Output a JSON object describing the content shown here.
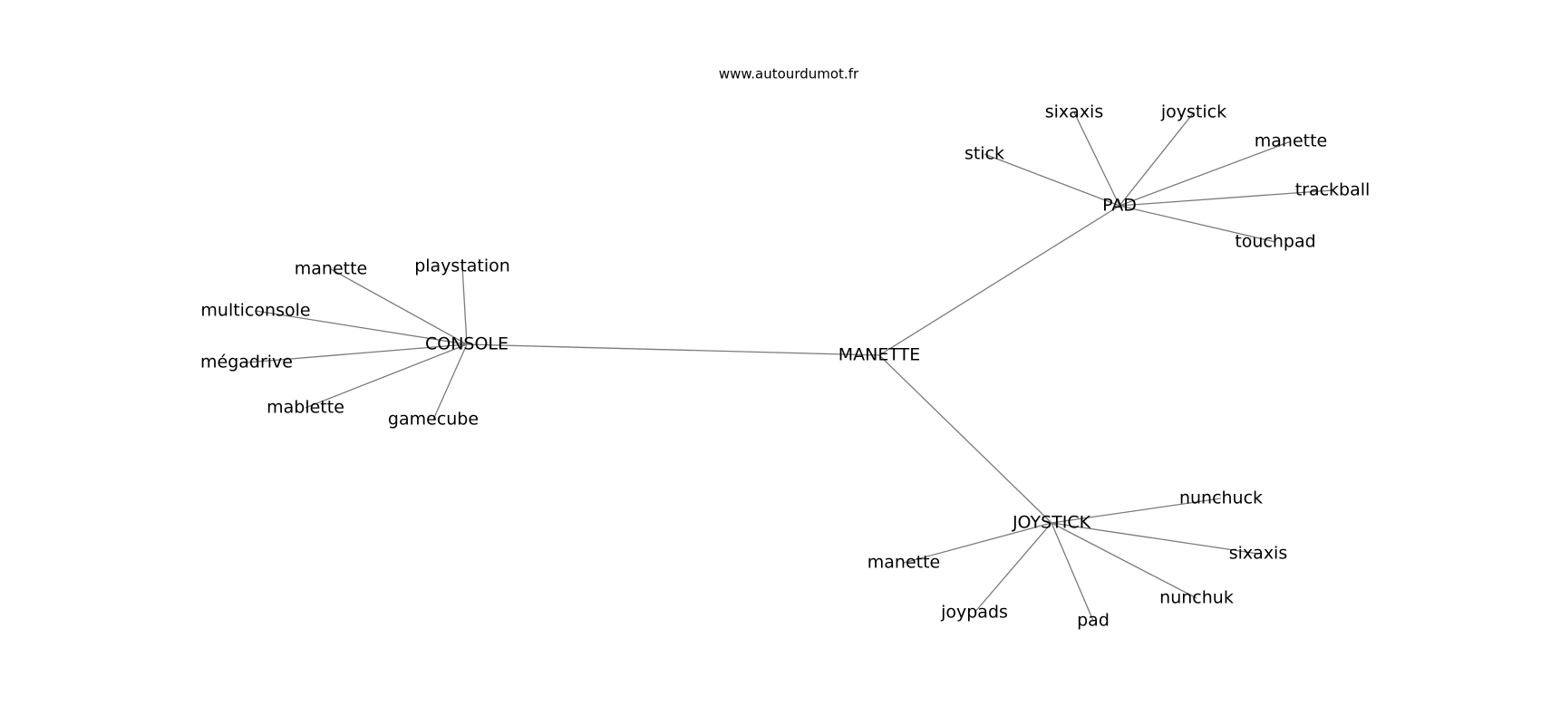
{
  "watermark": "www.autourdumot.fr",
  "root": "MANETTE",
  "groups": [
    {
      "hub": "CONSOLE",
      "leaves": [
        "manette",
        "playstation",
        "multiconsole",
        "mégadrive",
        "mablette",
        "gamecube"
      ]
    },
    {
      "hub": "PAD",
      "leaves": [
        "stick",
        "sixaxis",
        "joystick",
        "manette",
        "trackball",
        "touchpad"
      ]
    },
    {
      "hub": "JOYSTICK",
      "leaves": [
        "nunchuck",
        "sixaxis",
        "nunchuk",
        "pad",
        "joypads",
        "manette"
      ]
    }
  ]
}
